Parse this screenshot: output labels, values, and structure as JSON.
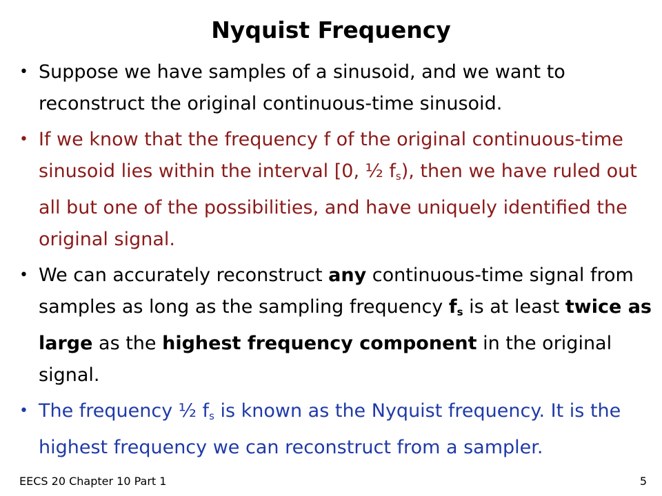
{
  "slide": {
    "title": "Nyquist Frequency"
  },
  "bullets": {
    "b1": "Suppose we have samples of a sinusoid, and we want to reconstruct the original continuous-time sinusoid.",
    "b2": {
      "part1": "If we know that the frequency f of the original continuous-time sinusoid lies within the interval [0, ½ f",
      "sub": "s",
      "part2": "), then we have ruled out all but one of the possibilities, and have uniquely identified the original signal."
    },
    "b3": {
      "t1": "We can accurately reconstruct ",
      "b1": "any",
      "t2": " continuous-time signal from samples as long as the sampling frequency ",
      "b2": "f",
      "sub": "s",
      "t3": " is at least ",
      "b3": "twice as large",
      "t4": " as the ",
      "b4": "highest frequency component",
      "t5": " in the original signal."
    },
    "b4": {
      "part1": "The frequency ½ f",
      "sub": "s",
      "part2": " is known as the Nyquist frequency.  It is the highest frequency we can reconstruct from a sampler."
    },
    "marker": "•"
  },
  "footer": {
    "left": "EECS 20 Chapter 10 Part 1",
    "page_number": "5"
  },
  "colors": {
    "text": "#000000",
    "red": "#8b1a1a",
    "blue": "#1f3aa8"
  }
}
